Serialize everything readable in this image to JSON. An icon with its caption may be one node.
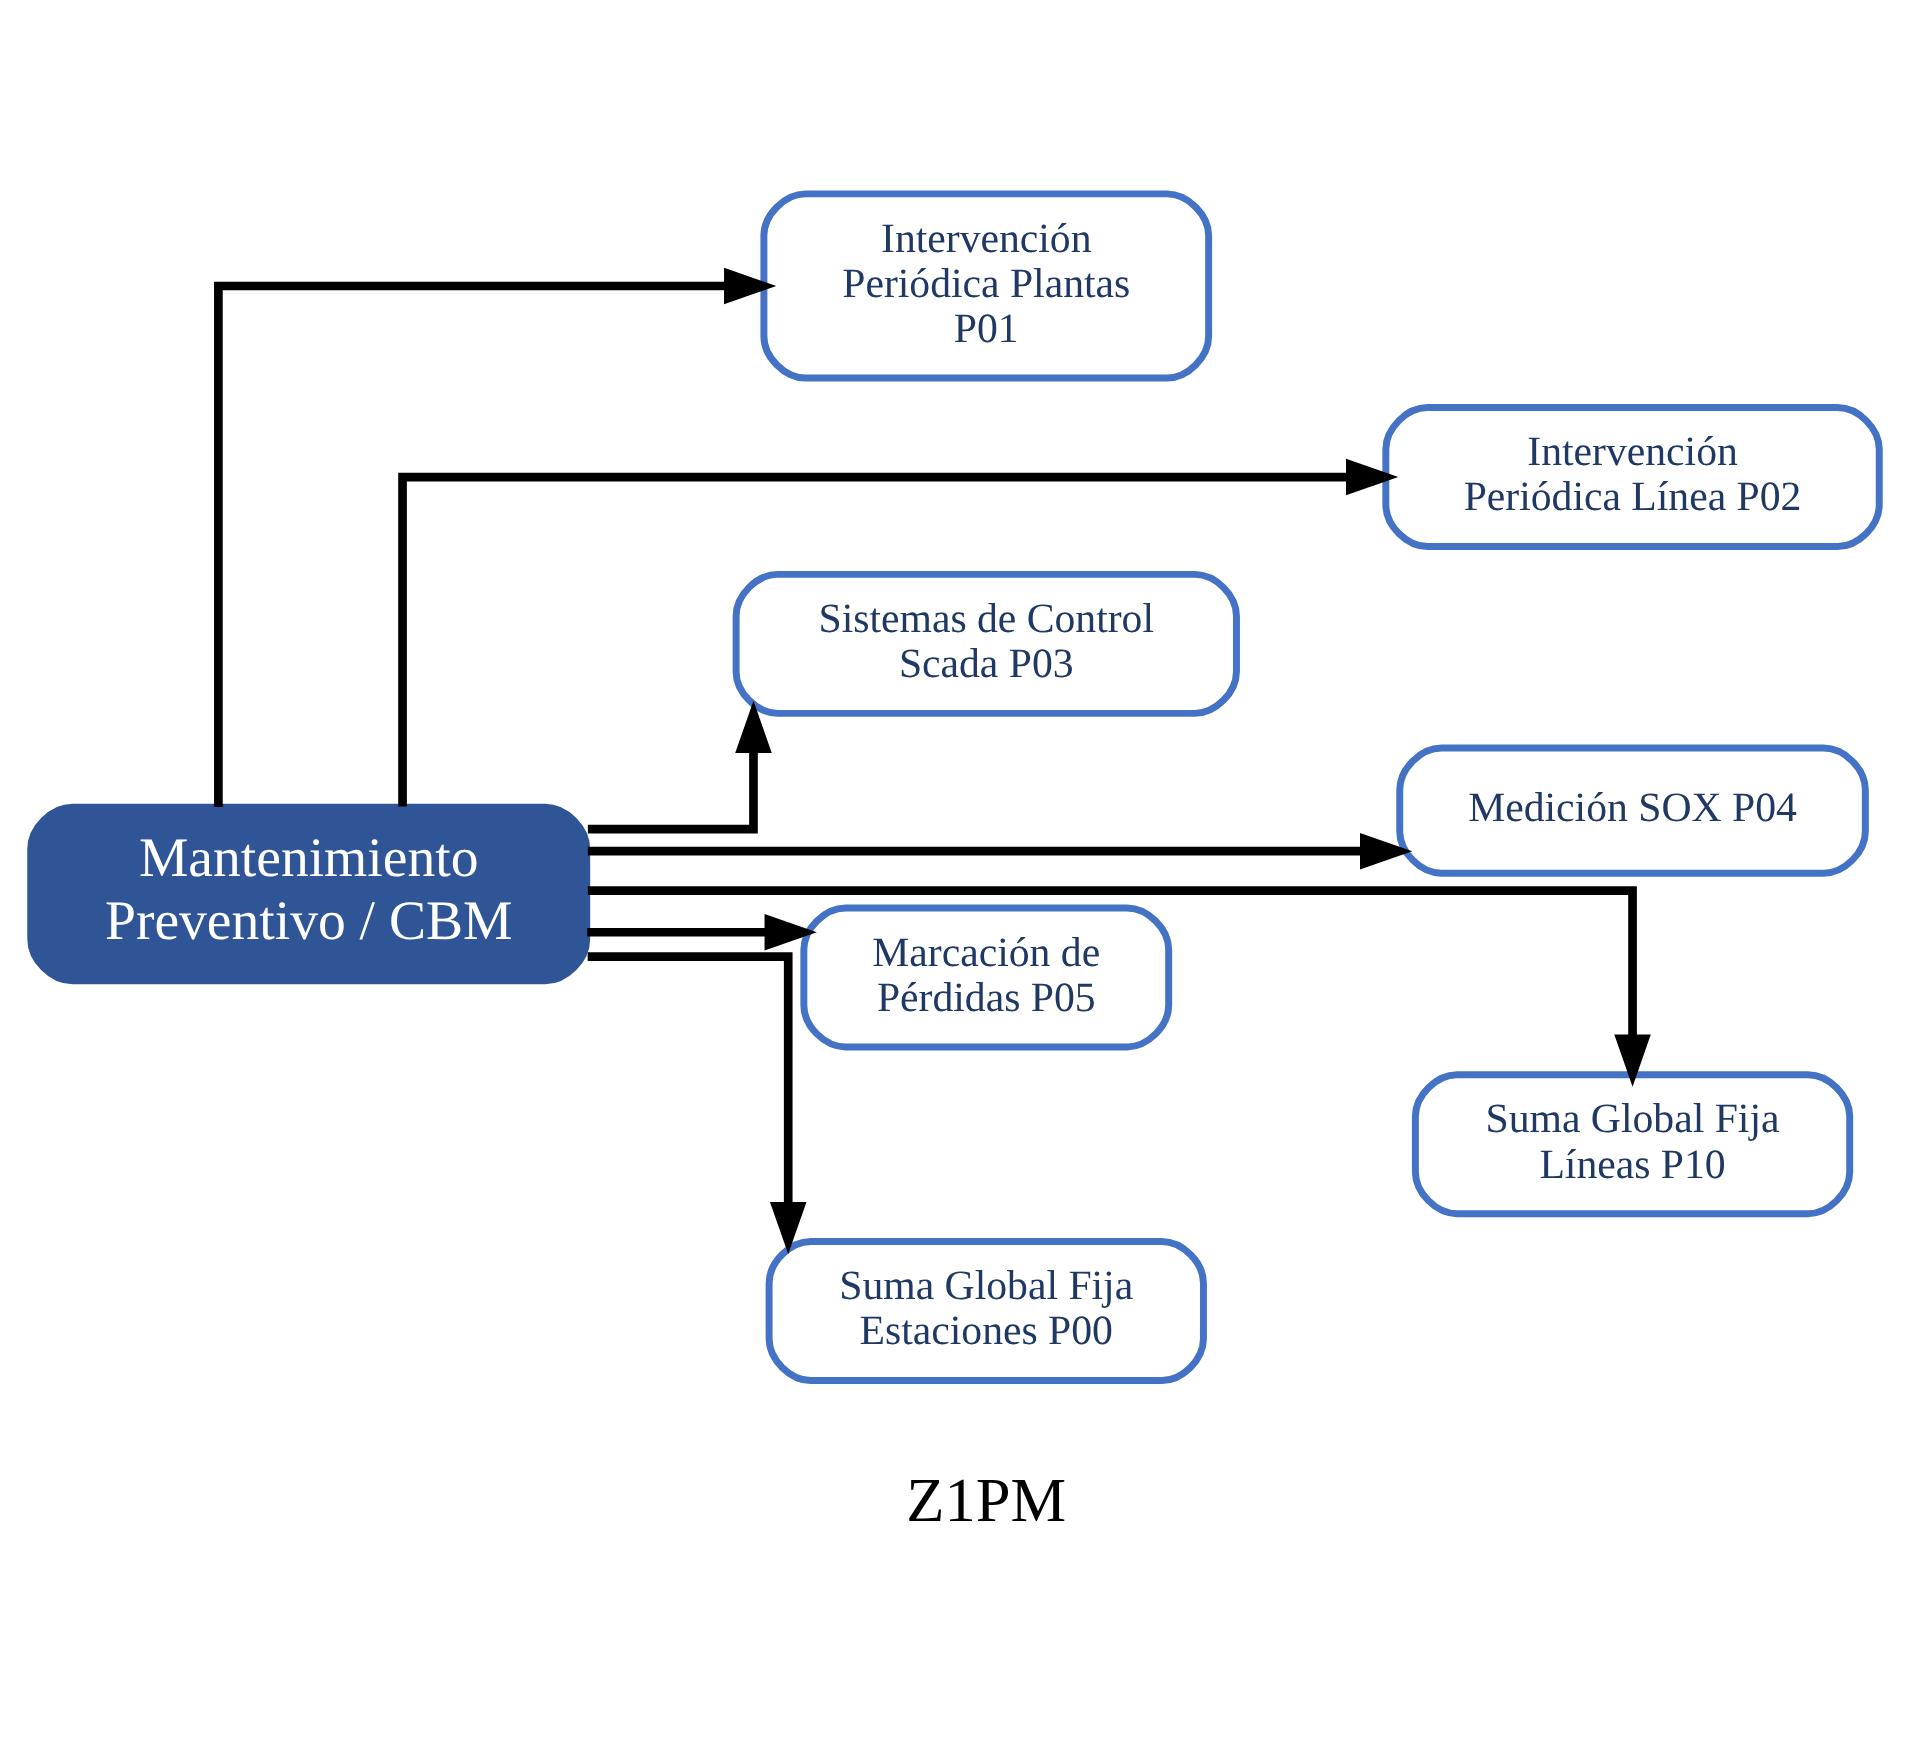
{
  "diagram": {
    "nodes": [
      {
        "text": [
          "Mantenimiento Preventivo / CBM"
        ]
      },
      {
        "text": [
          "Intervención Periódica Plantas P01"
        ]
      },
      {
        "text": [
          "Intervención Periódica Línea P02"
        ]
      },
      {
        "text": [
          "Sistemas de Control Scada P03"
        ]
      },
      {
        "text": [
          "Medición SOX P04"
        ]
      },
      {
        "text": [
          "Marcación de Pérdidas P05"
        ]
      },
      {
        "text": [
          "Suma Global Fija Líneas P10"
        ]
      },
      {
        "text": [
          "Suma Global Fija Estaciones P00"
        ]
      }
    ],
    "edges": [
      {
        "from": 0,
        "to": 1,
        "arrow": "to"
      },
      {
        "from": 0,
        "to": 2,
        "arrow": "to"
      },
      {
        "from": 0,
        "to": 3,
        "arrow": "to"
      },
      {
        "from": 0,
        "to": 4,
        "arrow": "to"
      },
      {
        "from": 0,
        "to": 5,
        "arrow": "to"
      },
      {
        "from": 0,
        "to": 6,
        "arrow": "to"
      },
      {
        "from": 0,
        "to": 7,
        "arrow": "to"
      }
    ],
    "labels": [
      "Z1PM"
    ]
  }
}
